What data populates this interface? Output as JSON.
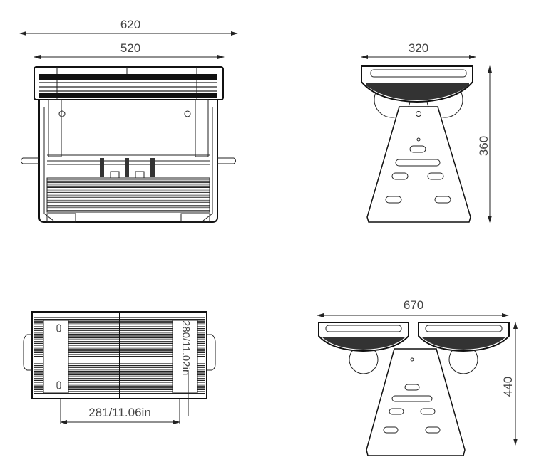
{
  "front_view": {
    "width_overall": "620",
    "width_body": "520"
  },
  "side_view": {
    "width": "320",
    "height": "360"
  },
  "bottom_view": {
    "mount_spacing": "281/11.06in",
    "mount_spacing_vertical": "280/11.02in"
  },
  "dual_view": {
    "width": "670",
    "height": "440"
  }
}
